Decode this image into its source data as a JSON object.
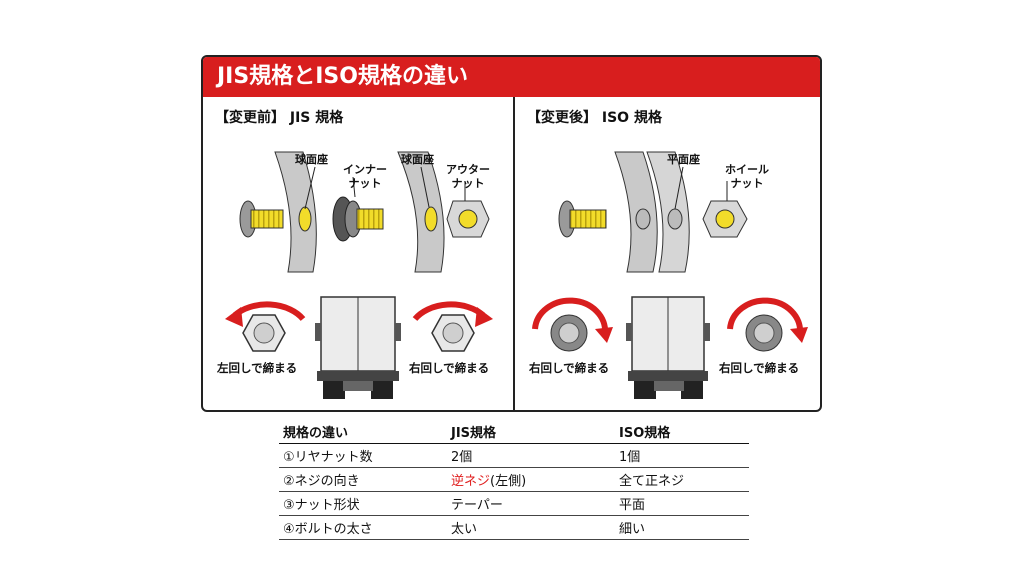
{
  "banner": {
    "title": "JIS規格とISO規格の違い"
  },
  "jis": {
    "title": "【変更前】 JIS 規格",
    "labels": {
      "seat1": "球面座",
      "inner_nut": "インナー\nナット",
      "seat2": "球面座",
      "outer_nut": "アウター\nナット"
    },
    "captions": {
      "left": "左回しで締まる",
      "right": "右回しで締まる"
    }
  },
  "iso": {
    "title": "【変更後】 ISO 規格",
    "labels": {
      "flat_seat": "平面座",
      "wheel_nut": "ホイール\nナット"
    },
    "captions": {
      "left": "右回しで締まる",
      "right": "右回しで締まる"
    }
  },
  "table": {
    "headers": [
      "規格の違い",
      "JIS規格",
      "ISO規格"
    ],
    "rows": [
      {
        "item": "①リヤナット数",
        "jis": "2個",
        "jis_note": "",
        "iso": "1個"
      },
      {
        "item": "②ネジの向き",
        "jis": "逆ネジ",
        "jis_note": "(左側)",
        "iso": "全て正ネジ"
      },
      {
        "item": "③ナット形状",
        "jis": "テーパー",
        "jis_note": "",
        "iso": "平面"
      },
      {
        "item": "④ボルトの太さ",
        "jis": "太い",
        "jis_note": "",
        "iso": "細い"
      }
    ]
  },
  "colors": {
    "accent": "#d81e1e",
    "bolt": "#f2dc2a",
    "text_red": "#e02020"
  }
}
